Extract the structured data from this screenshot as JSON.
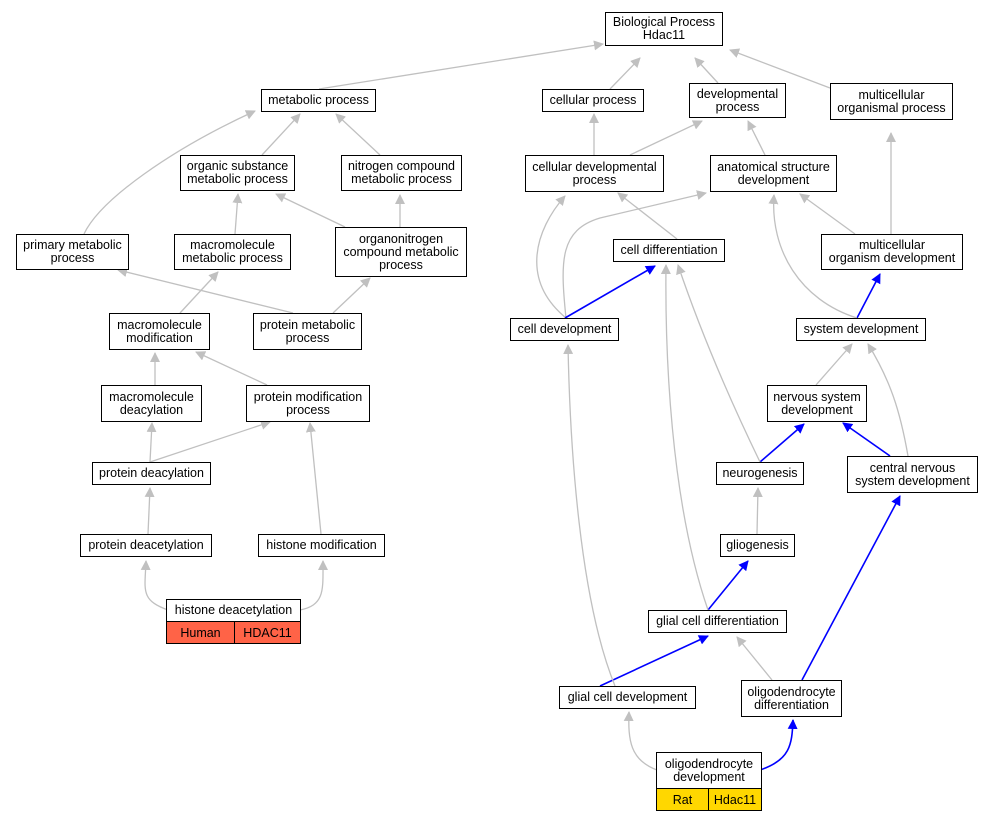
{
  "graph": {
    "colors": {
      "edge_default": "#c0c0c0",
      "edge_highlight": "#0000ff",
      "human_tag": "#ff6347",
      "rat_tag": "#ffd700"
    },
    "nodes": {
      "bp": "Biological Process\nHdac11",
      "metabolic": "metabolic process",
      "cellular": "cellular process",
      "developmental": "developmental\nprocess",
      "multicellular_organismal": "multicellular\norganismal process",
      "organic_substance": "organic substance\nmetabolic process",
      "nitrogen_compound": "nitrogen compound\nmetabolic process",
      "cellular_developmental": "cellular developmental\nprocess",
      "anatomical_structure": "anatomical structure\ndevelopment",
      "primary_metabolic": "primary metabolic\nprocess",
      "macromolecule_metabolic": "macromolecule\nmetabolic process",
      "organonitrogen": "organonitrogen\ncompound metabolic\nprocess",
      "cell_differentiation": "cell differentiation",
      "multicellular_organism_dev": "multicellular\norganism development",
      "macromolecule_modification": "macromolecule\nmodification",
      "protein_metabolic": "protein metabolic\nprocess",
      "cell_development": "cell development",
      "system_development": "system development",
      "macromolecule_deacylation": "macromolecule\ndeacylation",
      "protein_modification": "protein modification\nprocess",
      "nervous_system_dev": "nervous system\ndevelopment",
      "protein_deacylation": "protein deacylation",
      "neurogenesis": "neurogenesis",
      "cns_development": "central nervous\nsystem development",
      "protein_deacetylation": "protein deacetylation",
      "histone_modification": "histone modification",
      "gliogenesis": "gliogenesis",
      "histone_deacetylation": "histone deacetylation",
      "glial_cell_differentiation": "glial cell differentiation",
      "glial_cell_development": "glial cell development",
      "oligodendrocyte_differentiation": "oligodendrocyte\ndifferentiation",
      "oligodendrocyte_development": "oligodendrocyte\ndevelopment"
    },
    "annotations": {
      "histone_deacetylation": {
        "species": "Human",
        "gene": "HDAC11"
      },
      "oligodendrocyte_development": {
        "species": "Rat",
        "gene": "Hdac11"
      }
    }
  }
}
